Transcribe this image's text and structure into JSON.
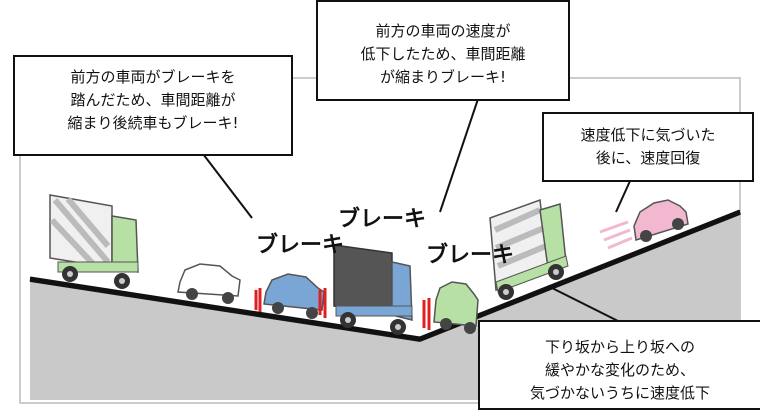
{
  "callouts": [
    {
      "lines": [
        "前方の車両がブレーキを",
        "踏んだため、車間距離が",
        "縮まり後続車もブレーキ!"
      ]
    },
    {
      "lines": [
        "前方の車両の速度が",
        "低下したため、車間距離",
        "が縮まりブレーキ!"
      ]
    },
    {
      "lines": [
        "速度低下に気づいた",
        "後に、速度回復"
      ]
    },
    {
      "lines": [
        "下り坂から上り坂への",
        "緩やかな変化のため、",
        "気づかないうちに速度低下"
      ]
    }
  ],
  "brake_labels": [
    "ブレーキ",
    "ブレーキ",
    "ブレーキ"
  ],
  "colors": {
    "road": "#222222",
    "ground": "#c9c9c9",
    "truck_cab": "#b7e0a5",
    "truck_cargo": "#f0f0f0",
    "dark_truck_cargo": "#555555",
    "blue_car": "#7aa6d6",
    "pink_car": "#f2b8cf",
    "green_car": "#b7e0a5",
    "brake_marks": "#e02020"
  }
}
